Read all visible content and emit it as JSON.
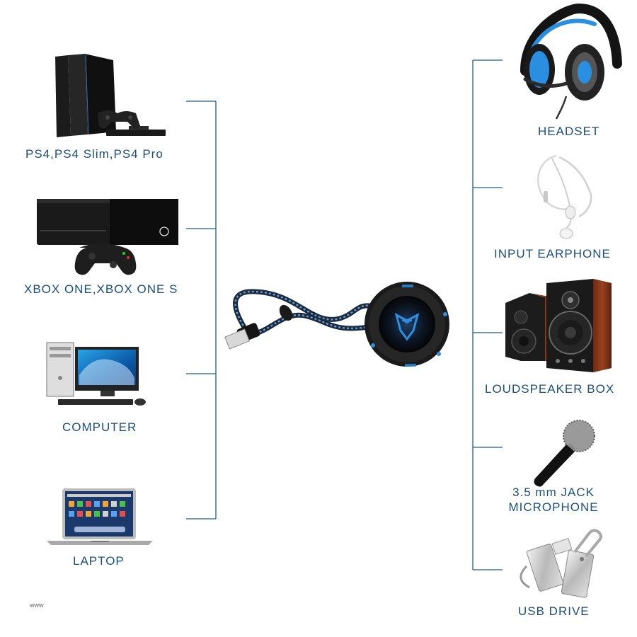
{
  "colors": {
    "line": "#1f5c8c",
    "label": "#1b4f80",
    "accent": "#2f8fe0",
    "dark": "#161616"
  },
  "sources": [
    {
      "label": "PS4,PS4  Slim,PS4  Pro",
      "icon": "ps4-console-icon"
    },
    {
      "label": "XBOX  ONE,XBOX  ONE  S",
      "icon": "xbox-one-console-icon"
    },
    {
      "label": "COMPUTER",
      "icon": "desktop-computer-icon"
    },
    {
      "label": "LAPTOP",
      "icon": "laptop-icon"
    }
  ],
  "hub": {
    "icon": "usb-sound-card-hub-icon"
  },
  "outputs": [
    {
      "label": "HEADSET",
      "icon": "gaming-headset-icon"
    },
    {
      "label": "INPUT  EARPHONE",
      "icon": "earphone-icon"
    },
    {
      "label": "LOUDSPEAKER  BOX",
      "icon": "speakers-icon"
    },
    {
      "label_line1": "3.5  mm  JACK",
      "label_line2": "MICROPHONE",
      "icon": "microphone-icon"
    },
    {
      "label": "USB  DRIVE",
      "icon": "usb-drive-icon"
    }
  ],
  "watermark": "www"
}
